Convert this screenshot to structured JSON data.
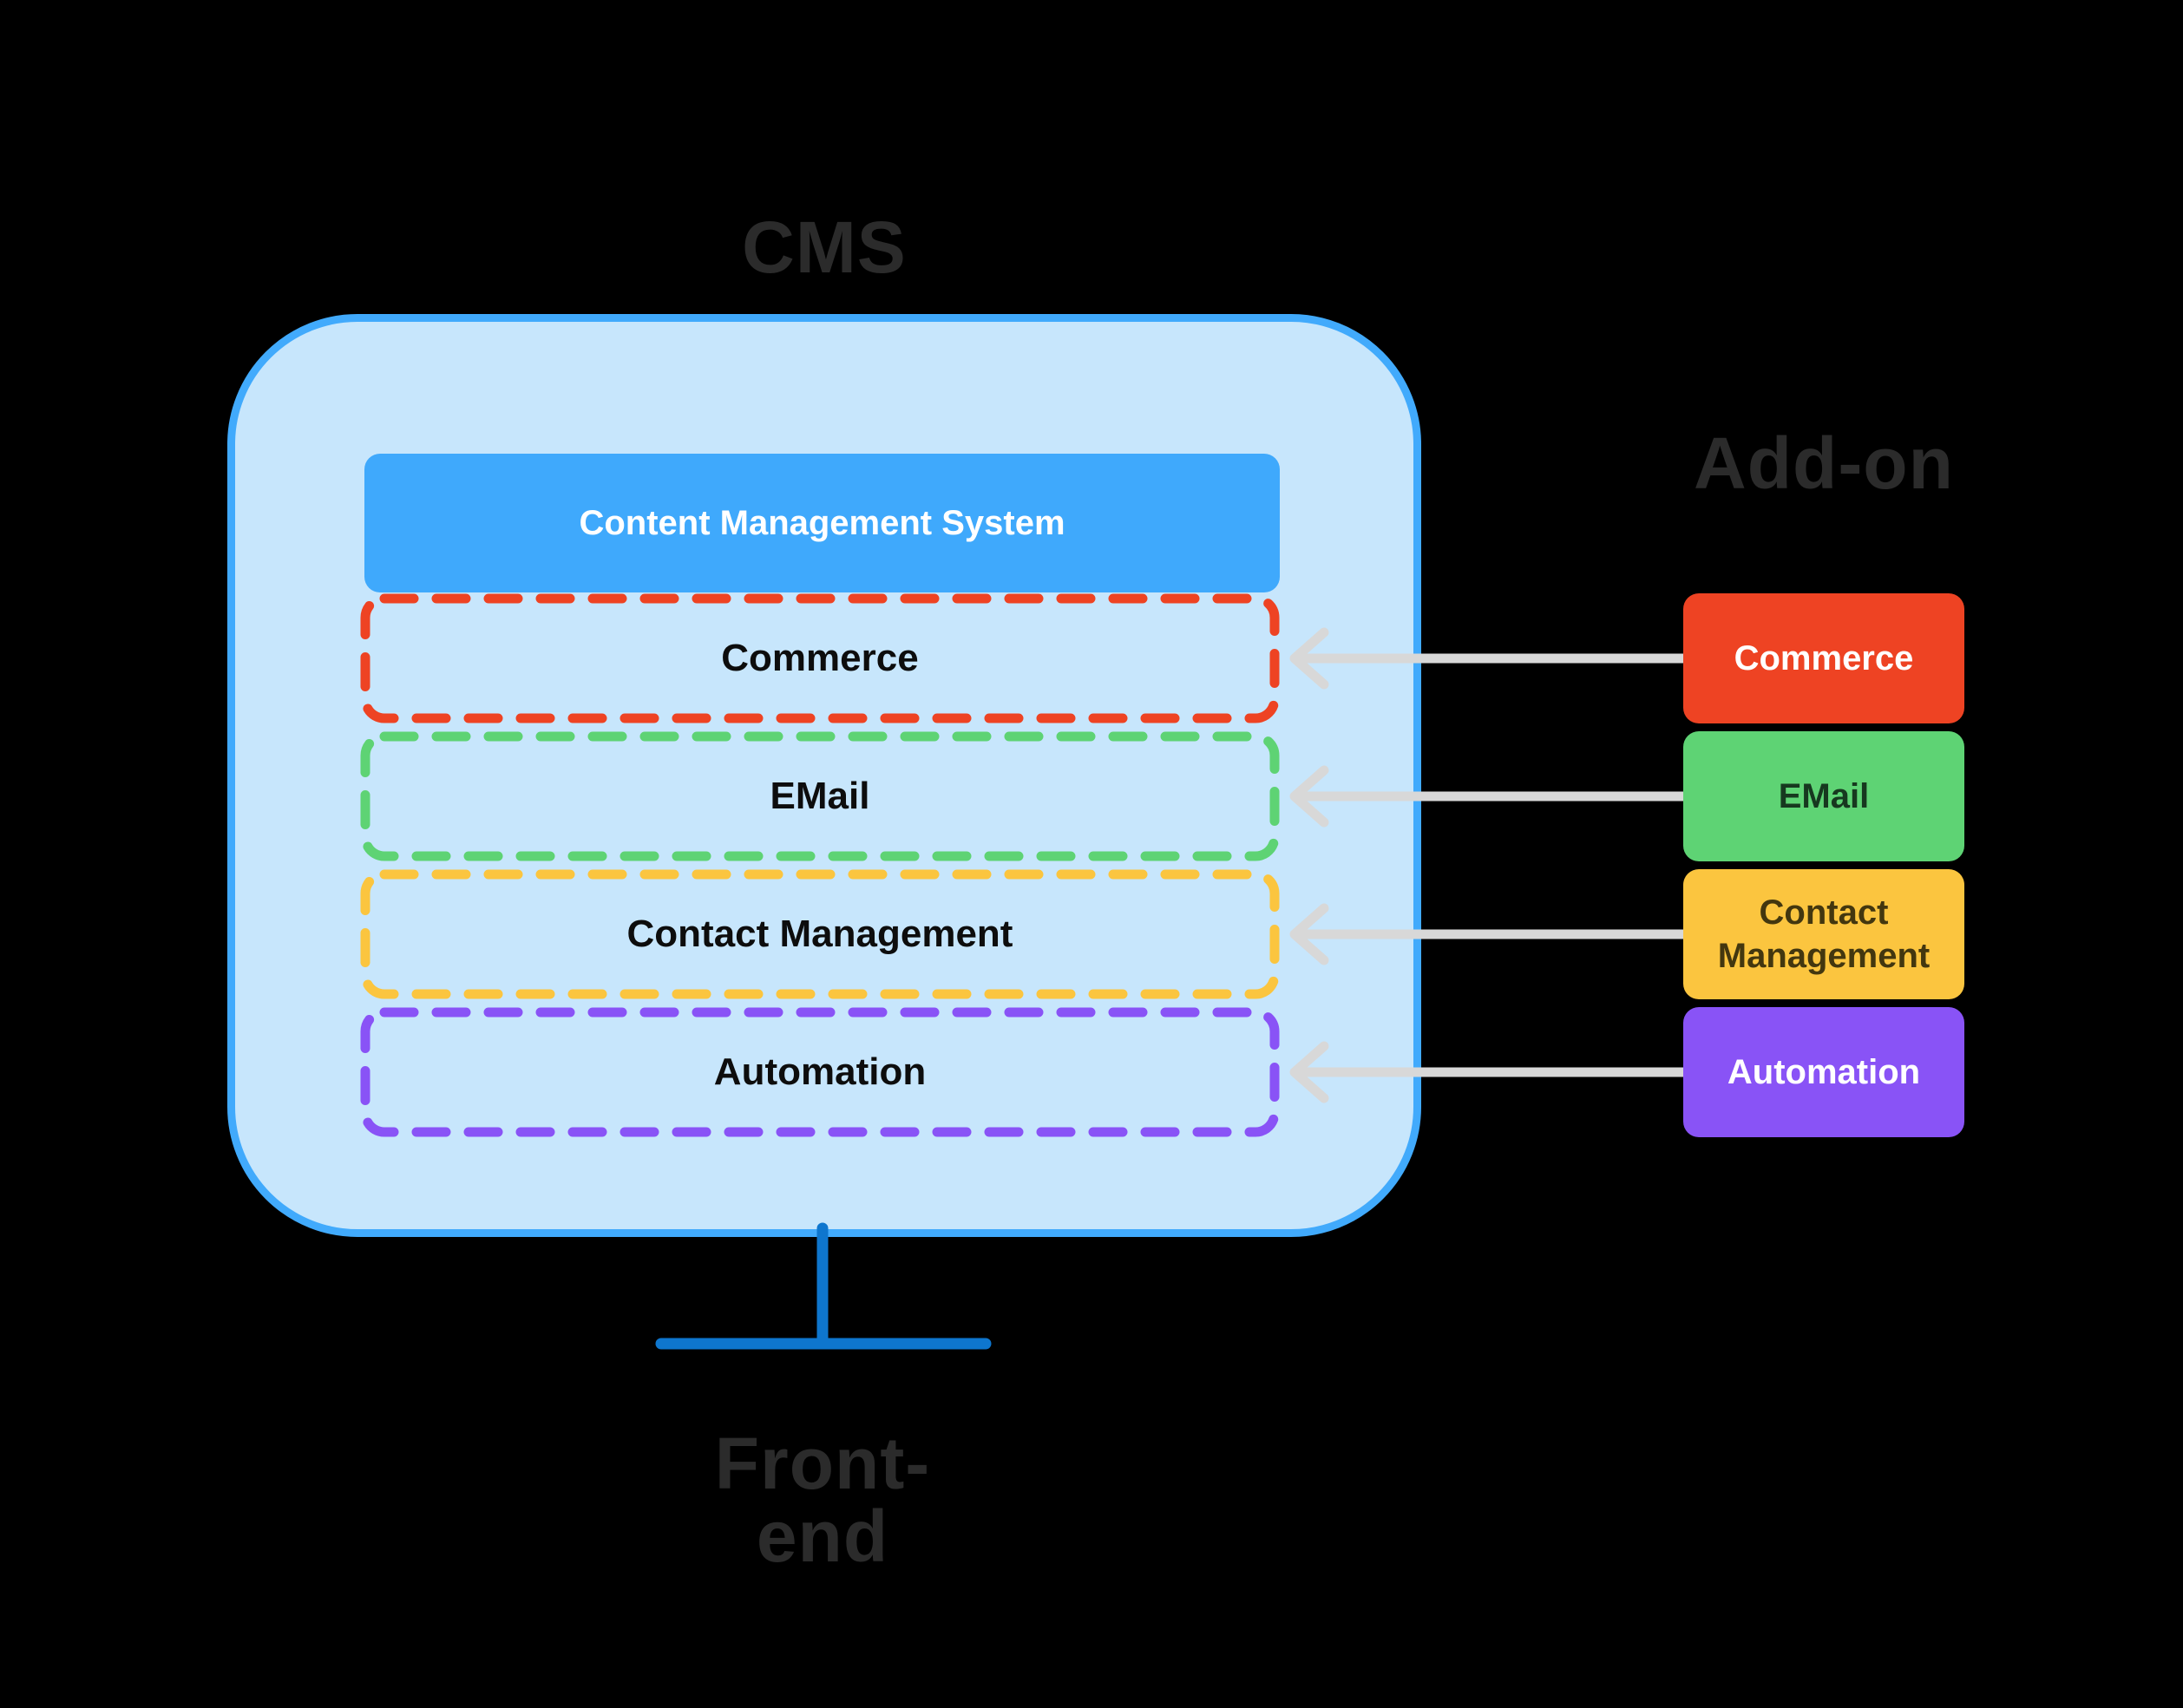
{
  "titles": {
    "cms": "CMS",
    "addon": "Add-on",
    "frontend": "Front-end"
  },
  "cms": {
    "header_label": "Content Management System",
    "modules": [
      {
        "label": "Commerce",
        "color": "#ee4323"
      },
      {
        "label": "EMail",
        "color": "#5ed374"
      },
      {
        "label": "Contact Management",
        "color": "#fbc53f"
      },
      {
        "label": "Automation",
        "color": "#8953f6"
      }
    ]
  },
  "addons": {
    "items": [
      {
        "label": "Commerce",
        "bg": "#ee4323",
        "text_color": "#ffffff"
      },
      {
        "label": "EMail",
        "bg": "#5ed374",
        "text_color": "#17381f"
      },
      {
        "label": "Contact Management",
        "bg": "#fbc53f",
        "text_color": "#43370f"
      },
      {
        "label": "Automation",
        "bg": "#8953f6",
        "text_color": "#ffffff"
      }
    ]
  },
  "colors": {
    "background": "#000000",
    "cms_box_fill": "#c7e6fc",
    "cms_box_border": "#41aafc",
    "cms_header_fill": "#3fa9fc",
    "arrow": "#d8d8d8",
    "stand": "#0e76ce",
    "title_text": "#2b2b2b"
  }
}
